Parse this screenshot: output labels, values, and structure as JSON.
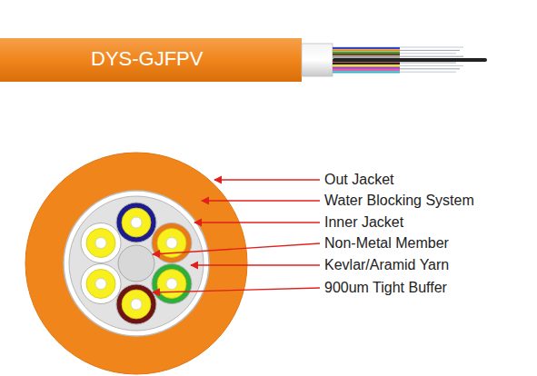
{
  "diagram": {
    "labels": [
      "DYS-GJFPV",
      "Out Jacket",
      "Water Blocking System",
      "Inner Jacket",
      "Non-Metal Member",
      "Kevlar/Aramid Yarn",
      "900um Tight Buffer"
    ]
  }
}
